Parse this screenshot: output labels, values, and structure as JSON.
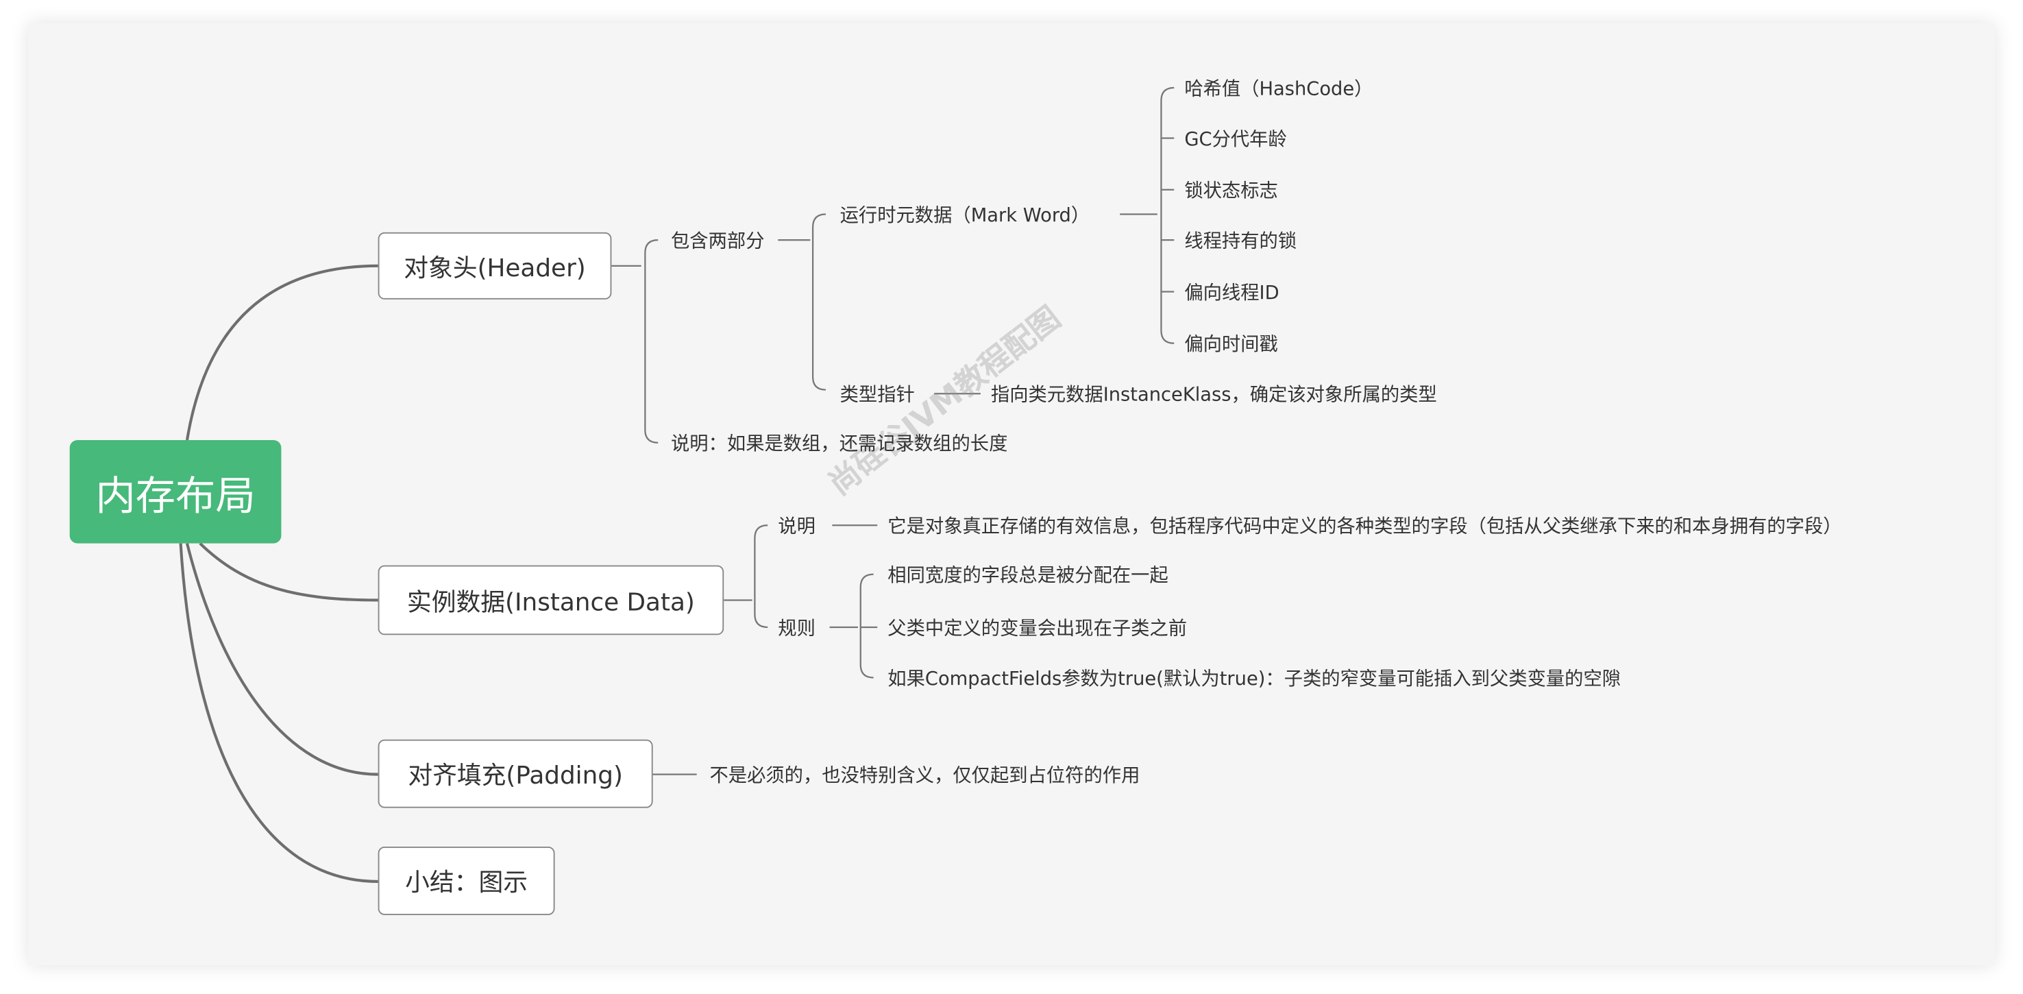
{
  "root": "内存布局",
  "watermark": "尚硅谷JVM教程配图",
  "header": {
    "label": "对象头(Header)",
    "contains": "包含两部分",
    "mark_word": {
      "label": "运行时元数据（Mark Word）",
      "items": [
        "哈希值（HashCode）",
        "GC分代年龄",
        "锁状态标志",
        "线程持有的锁",
        "偏向线程ID",
        "偏向时间戳"
      ]
    },
    "klass_pointer": {
      "label": "类型指针",
      "desc": "指向类元数据InstanceKlass，确定该对象所属的类型"
    },
    "note": "说明：如果是数组，还需记录数组的长度"
  },
  "instance_data": {
    "label": "实例数据(Instance Data)",
    "note_label": "说明",
    "note": "它是对象真正存储的有效信息，包括程序代码中定义的各种类型的字段（包括从父类继承下来的和本身拥有的字段）",
    "rules_label": "规则",
    "rules": [
      "相同宽度的字段总是被分配在一起",
      "父类中定义的变量会出现在子类之前",
      "如果CompactFields参数为true(默认为true)：子类的窄变量可能插入到父类变量的空隙"
    ]
  },
  "padding": {
    "label": "对齐填充(Padding)",
    "desc": "不是必须的，也没特别含义，仅仅起到占位符的作用"
  },
  "summary": {
    "label": "小结：图示"
  }
}
